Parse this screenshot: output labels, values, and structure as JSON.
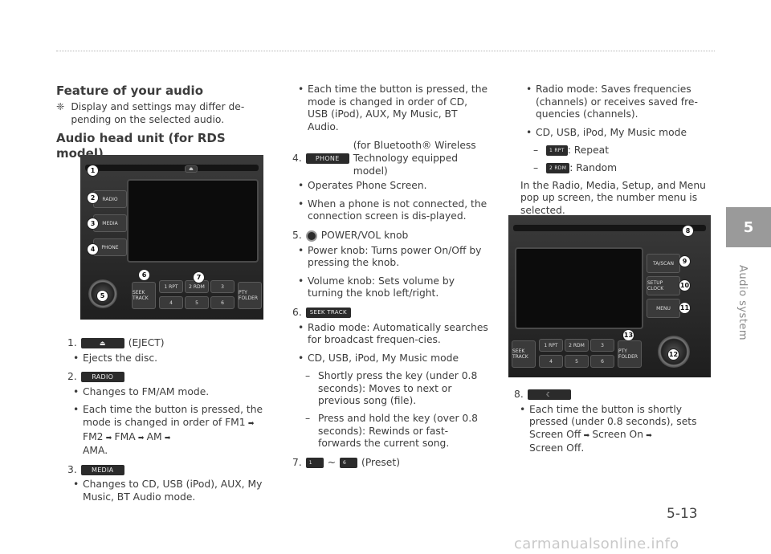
{
  "heading_feature": "Feature of your audio",
  "note_symbol": "❈",
  "note_text": "Display and settings may differ de-pending on the selected audio.",
  "heading_unit": "Audio head unit (for RDS model)",
  "photo1": {
    "buttons": [
      "RADIO",
      "MEDIA",
      "PHONE"
    ],
    "presets": [
      "1 RPT",
      "2 RDM",
      "3",
      "4",
      "5",
      "6"
    ],
    "seek": "SEEK TRACK",
    "pty": "PTY FOLDER",
    "callouts": [
      "1",
      "2",
      "3",
      "4",
      "5",
      "6",
      "7"
    ]
  },
  "photo2": {
    "buttons": [
      "TA/SCAN",
      "SETUP CLOCK",
      "MENU"
    ],
    "presets": [
      "1 RPT",
      "2 RDM",
      "3",
      "4",
      "5",
      "6"
    ],
    "seek": "SEEK TRACK",
    "pty": "PTY FOLDER",
    "callouts": [
      "8",
      "9",
      "10",
      "11",
      "12",
      "13"
    ]
  },
  "items": {
    "i1": {
      "num": "1.",
      "btn": "⏏",
      "label": "(EJECT)",
      "bullets": [
        "Ejects the disc."
      ]
    },
    "i2": {
      "num": "2.",
      "btn": "RADIO",
      "bullets": [
        "Changes to FM/AM mode."
      ],
      "b2": "Each time the button is pressed, the mode is changed in order of",
      "seq": [
        "FM1",
        "FM2",
        "FMA",
        "AM",
        "AMA."
      ]
    },
    "i3": {
      "num": "3.",
      "btn": "MEDIA",
      "bullets": [
        "Changes to CD, USB (iPod), AUX, My Music, BT Audio mode."
      ]
    },
    "c2top": "Each time the button is pressed, the mode is changed in order of CD, USB (iPod), AUX, My Music, BT Audio.",
    "i4": {
      "num": "4.",
      "btn": "PHONE",
      "label": "(for Bluetooth® Wireless Technology equipped model)",
      "bullets": [
        "Operates Phone Screen.",
        "When a phone is not connected, the connection screen is dis-played."
      ]
    },
    "i5": {
      "num": "5.",
      "label": "POWER/VOL knob",
      "bullets": [
        "Power knob: Turns power On/Off by pressing the knob.",
        "Volume knob: Sets volume by turning the knob left/right."
      ]
    },
    "i6": {
      "num": "6.",
      "btn": "SEEK TRACK",
      "bullets": [
        "Radio mode: Automatically searches for broadcast frequen-cies.",
        "CD, USB, iPod, My Music mode"
      ],
      "dashes": [
        "Shortly press the key (under 0.8 seconds): Moves to next or previous song (file).",
        "Press and hold the key (over 0.8 seconds): Rewinds or fast-forwards the current song."
      ]
    },
    "i7": {
      "num": "7.",
      "btn_a": "1",
      "sep": "~",
      "btn_b": "6",
      "label": "(Preset)"
    },
    "c3": {
      "bullets": [
        "Radio mode: Saves frequencies (channels) or receives saved fre-quencies (channels).",
        "CD, USB, iPod, My Music mode"
      ],
      "rpt_btn": "1 RPT",
      "rpt": ": Repeat",
      "rdm_btn": "2 RDM",
      "rdm": ": Random",
      "para": "In the Radio, Media, Setup, and Menu pop up screen, the number menu is selected."
    },
    "i8": {
      "num": "8.",
      "btn": "☾",
      "text": "Each time the button is shortly pressed (under 0.8 seconds), sets",
      "seq": [
        "Screen Off",
        "Screen On",
        "Screen Off."
      ]
    }
  },
  "side_tab": "5",
  "side_text": "Audio system",
  "page_number": "5-13",
  "watermark": "carmanualsonline.info"
}
